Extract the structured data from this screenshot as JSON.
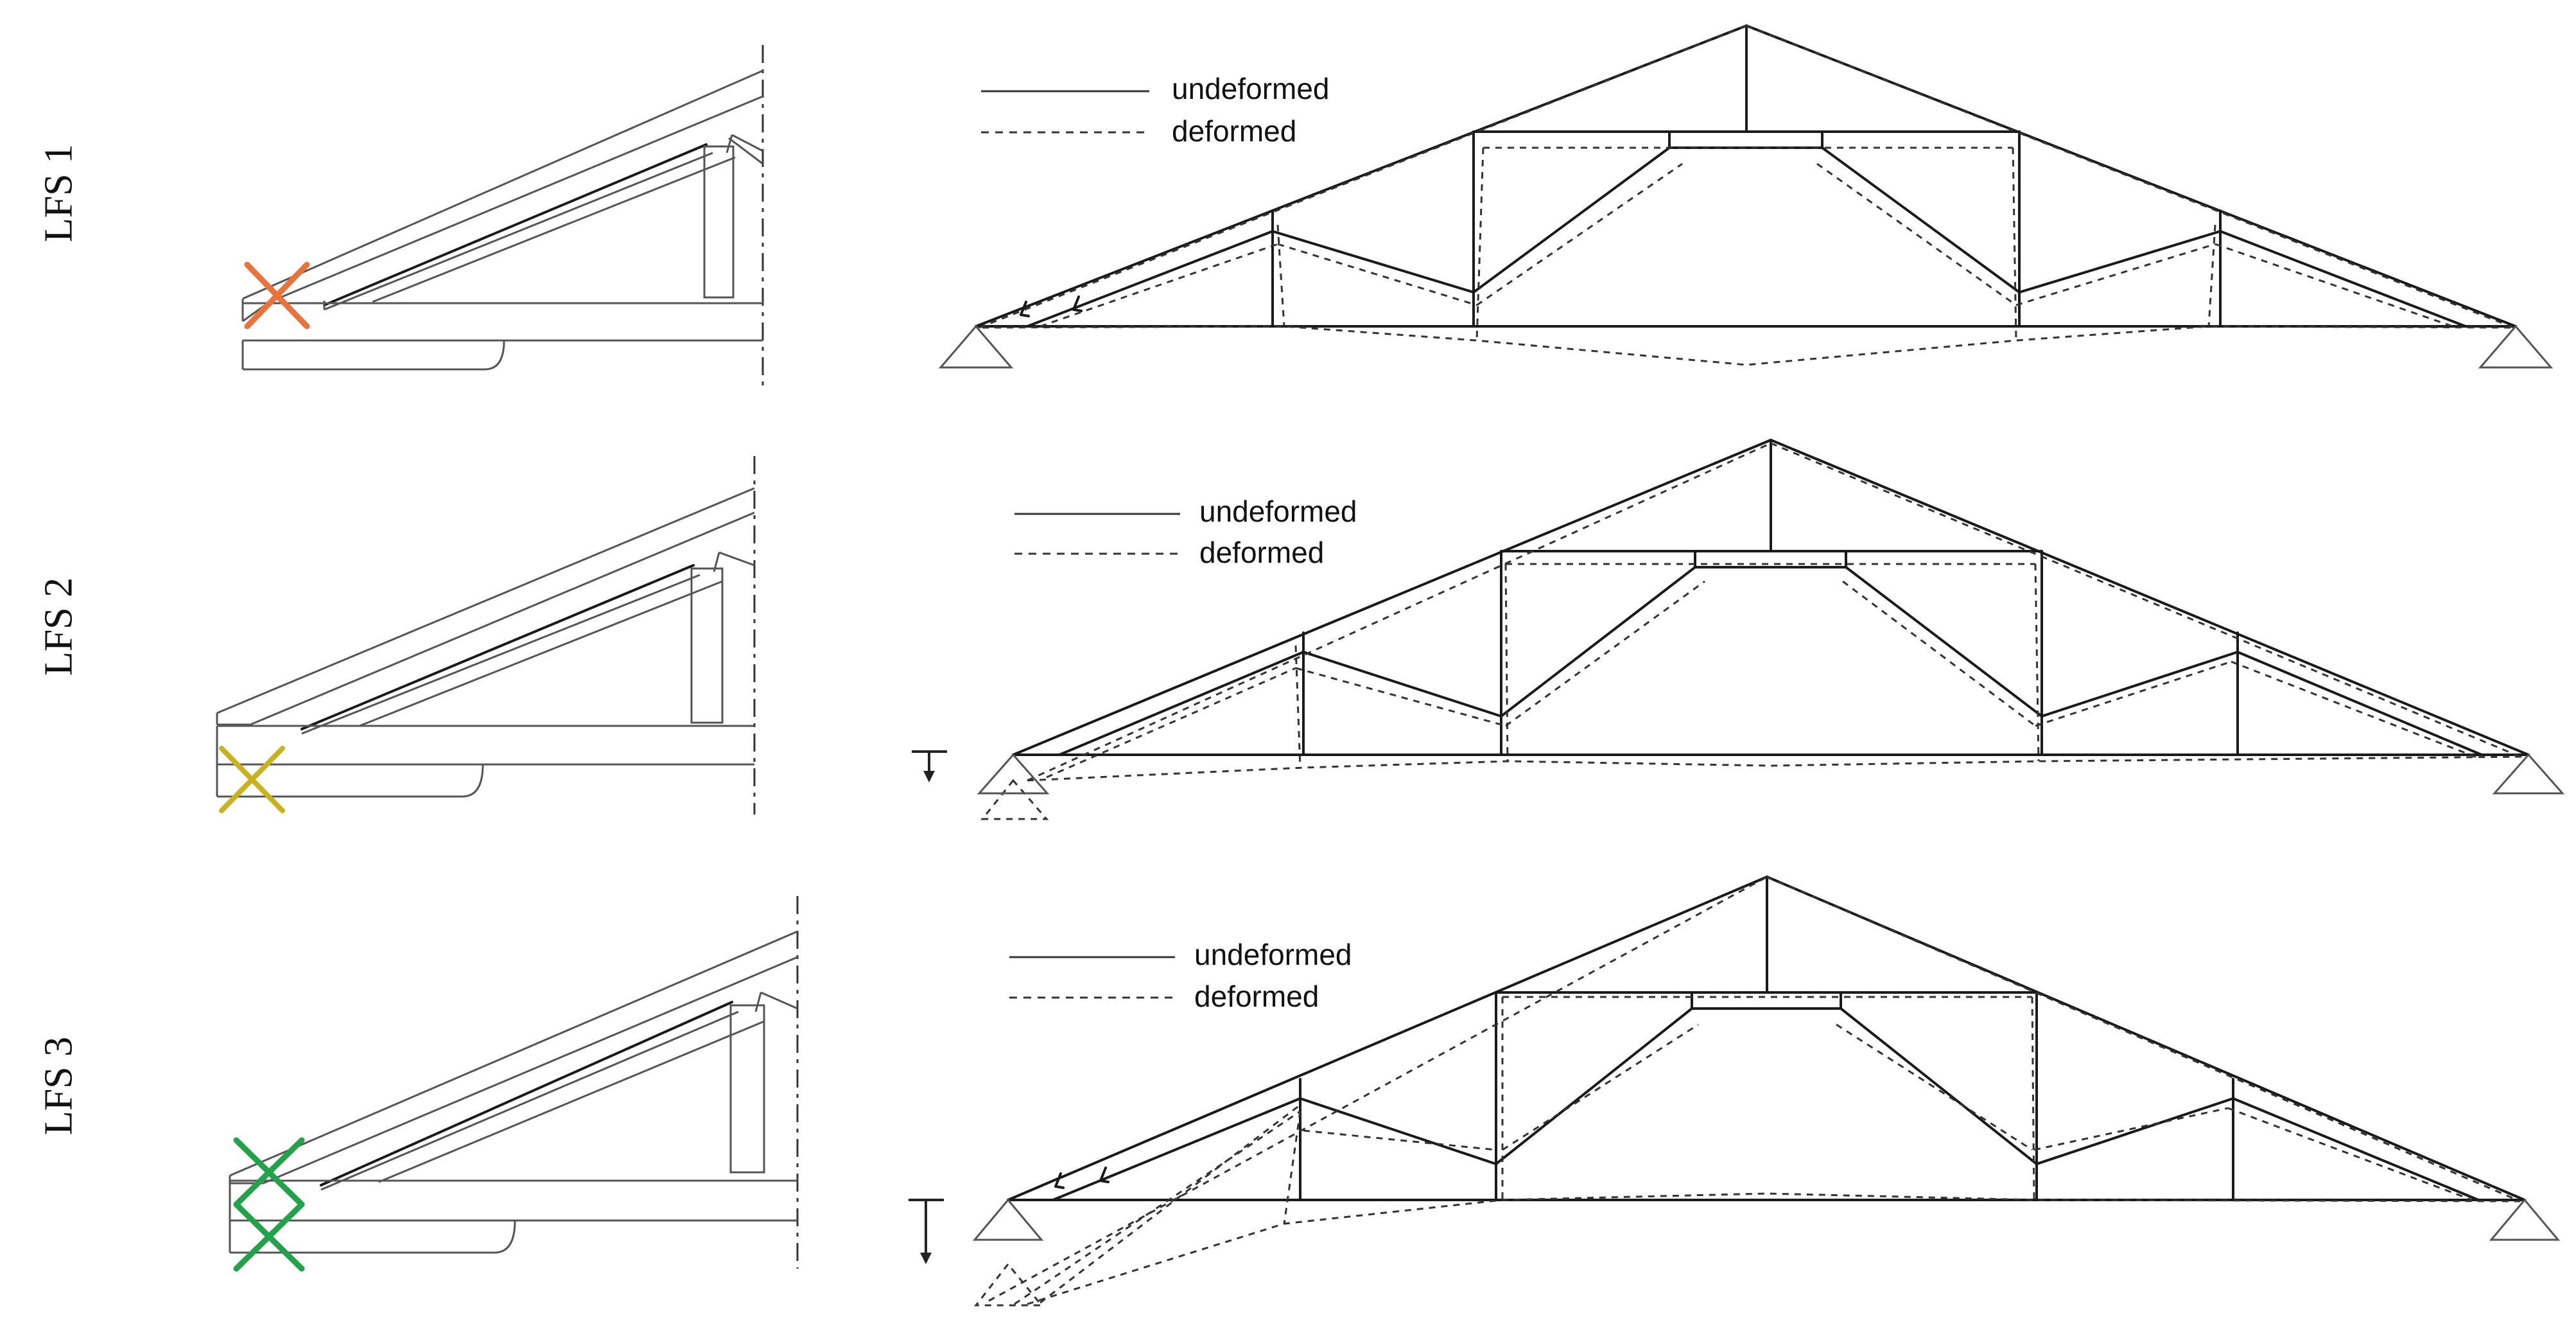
{
  "rows": [
    {
      "label": "LFS 1",
      "failure_marker": "cross",
      "failure_color": "#E8743B",
      "legend": {
        "solid": "undeformed",
        "dashed": "deformed"
      }
    },
    {
      "label": "LFS 2",
      "failure_marker": "cross",
      "failure_color": "#C9B21E",
      "legend": {
        "solid": "undeformed",
        "dashed": "deformed"
      }
    },
    {
      "label": "LFS 3",
      "failure_marker": "double-cross",
      "failure_color": "#22A34A",
      "legend": {
        "solid": "undeformed",
        "dashed": "deformed"
      }
    }
  ]
}
